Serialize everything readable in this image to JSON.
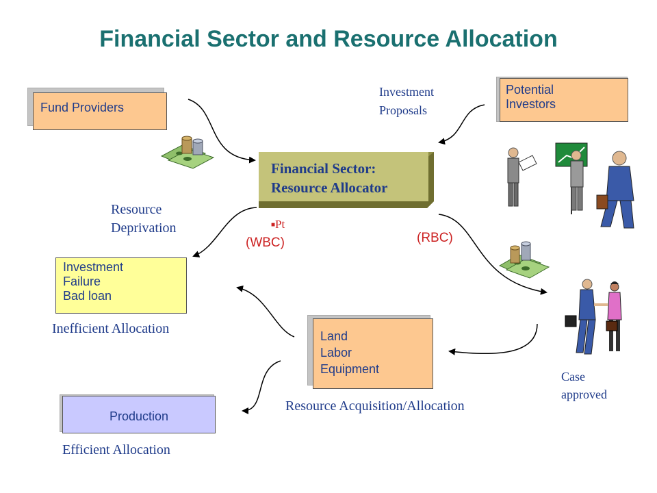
{
  "title": "Financial Sector and Resource Allocation",
  "fund_providers": "Fund Providers",
  "investment_proposals": [
    "Investment",
    "Proposals"
  ],
  "potential_investors": [
    "Potential",
    "Investors"
  ],
  "financial_sector": [
    "Financial Sector:",
    "Resource Allocator"
  ],
  "resource_deprivation": [
    "Resource",
    "Deprivation"
  ],
  "pt": "Pt",
  "wbc": "(WBC)",
  "rbc": "(RBC)",
  "investment_failure": [
    "Investment",
    "Failure",
    "Bad loan"
  ],
  "inefficient_allocation": "Inefficient Allocation",
  "land_labor_equipment": [
    "Land",
    "Labor",
    "Equipment"
  ],
  "case_approved": [
    "Case",
    "approved"
  ],
  "resource_acquisition": "Resource Acquisition/Allocation",
  "production": "Production",
  "efficient_allocation": "Efficient Allocation",
  "colors": {
    "title": "#1a7070",
    "label_blue": "#1f3b8a",
    "peach": "#fdc890",
    "olive": "#c4c37a",
    "yellow": "#ffff99",
    "lavender": "#c9c9ff",
    "red": "#cc2222"
  }
}
